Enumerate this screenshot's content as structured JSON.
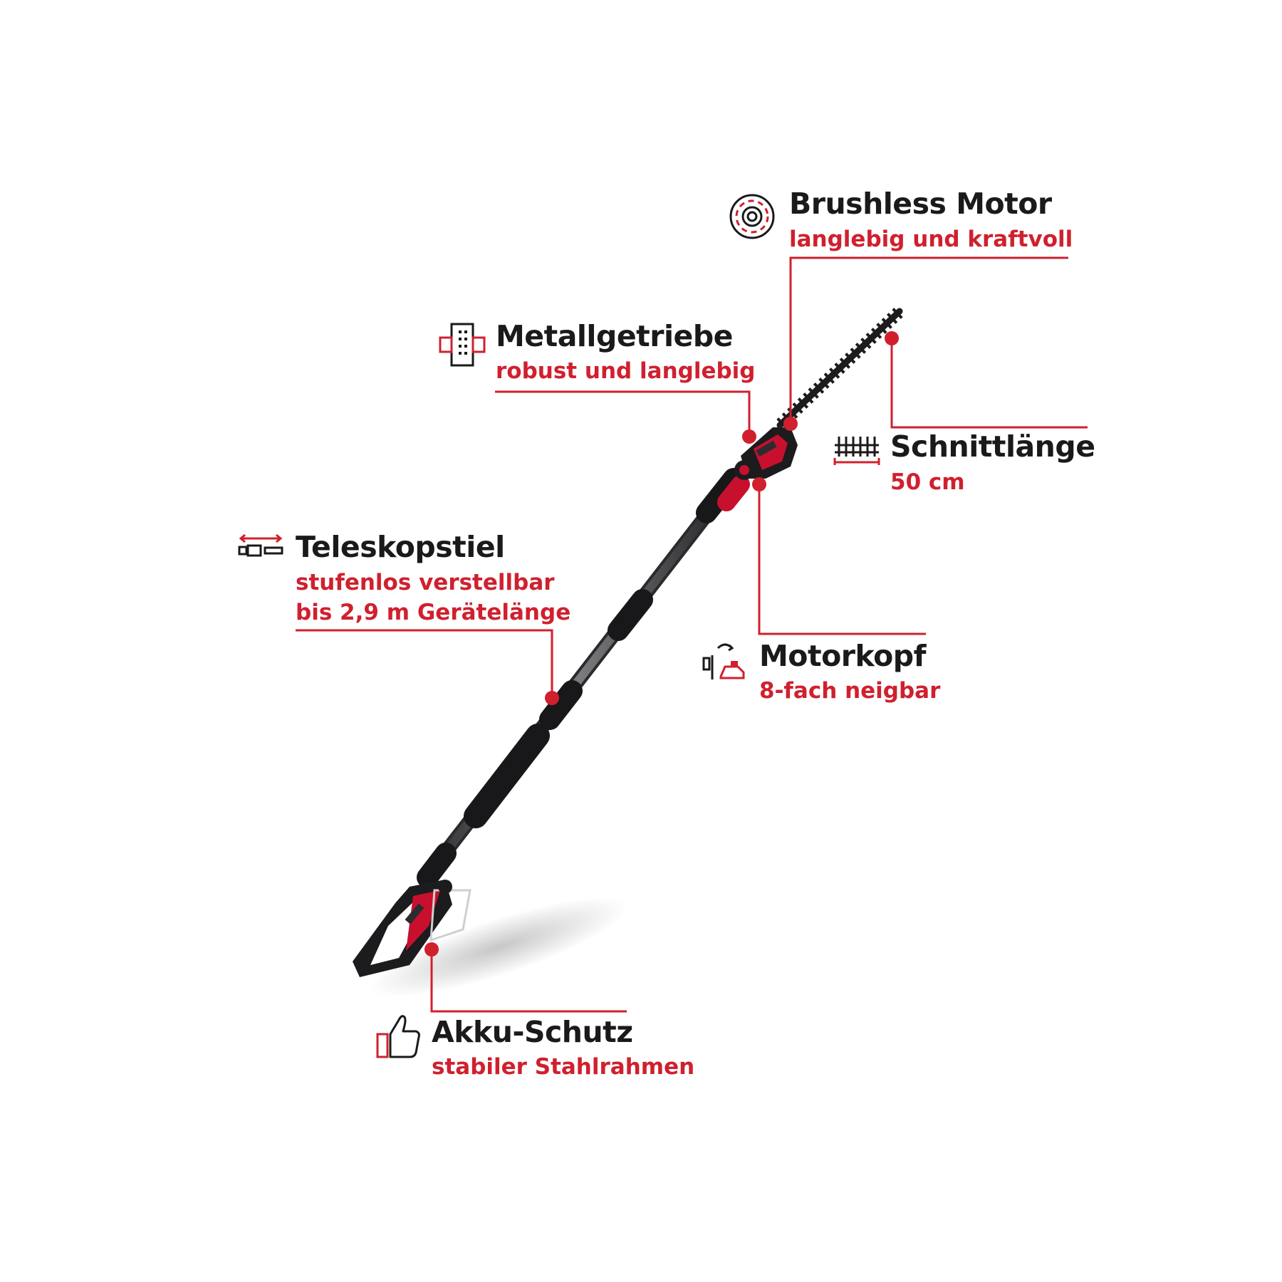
{
  "colors": {
    "accent": "#d0202e",
    "text": "#1a1a1a",
    "tool_body": "#1c1c1e",
    "tool_red": "#c8102e"
  },
  "features": {
    "brushless": {
      "title": "Brushless Motor",
      "sub": "langlebig und kraftvoll",
      "icon": "brushless-motor-icon"
    },
    "getriebe": {
      "title": "Metallgetriebe",
      "sub": "robust und langlebig",
      "icon": "gearbox-icon"
    },
    "schnitt": {
      "title": "Schnittlänge",
      "sub": "50 cm",
      "icon": "blade-length-icon"
    },
    "teleskop": {
      "title": "Teleskopstiel",
      "sub1": "stufenlos verstellbar",
      "sub2": "bis 2,9 m Gerätelänge",
      "icon": "telescopic-icon"
    },
    "motorkopf": {
      "title": "Motorkopf",
      "sub": "8-fach neigbar",
      "icon": "tilt-head-icon"
    },
    "akku": {
      "title": "Akku-Schutz",
      "sub": "stabiler Stahlrahmen",
      "icon": "thumbs-up-icon"
    }
  }
}
